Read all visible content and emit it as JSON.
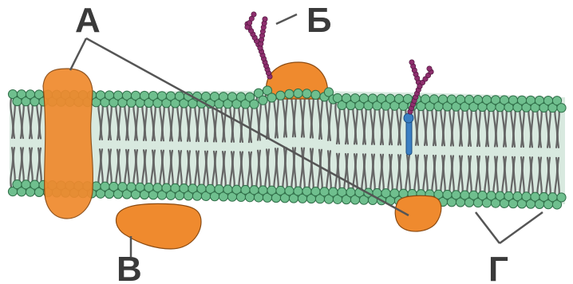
{
  "labels": {
    "a": "А",
    "b": "Б",
    "v": "В",
    "g": "Г"
  },
  "colors": {
    "lipid_head": "#6fbf8e",
    "lipid_head_stroke": "#2f6e48",
    "lipid_tail": "#666666",
    "bilayer_interior": "#d8e9df",
    "protein": "#ef8a2e",
    "glycan": "#8e2f6e",
    "cholesterol": "#3a7fc4",
    "label_text": "#3a3a3a"
  }
}
